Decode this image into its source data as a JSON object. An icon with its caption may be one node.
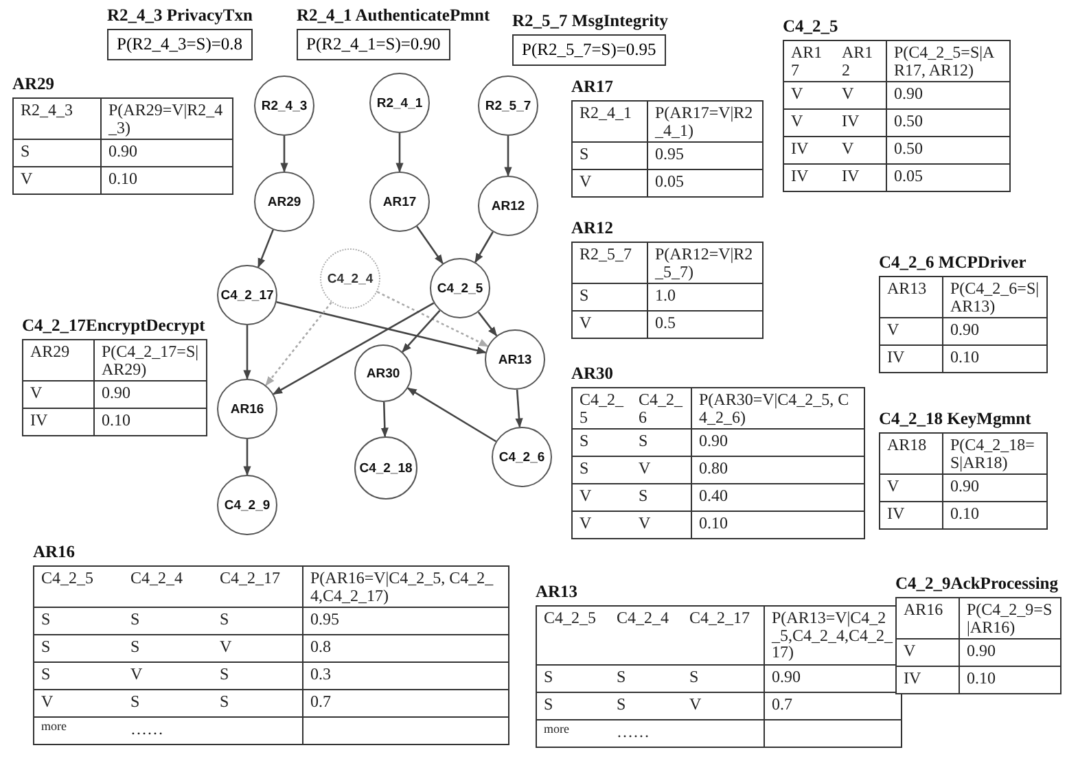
{
  "diagram": {
    "nodes": [
      {
        "text": [
          "R2_4_3 PrivacyTxn",
          "P(R2_4_3=S)=0.8"
        ]
      },
      {
        "text": [
          "R2_4_1 AuthenticatePmnt",
          "P(R2_4_1=S)=0.90"
        ]
      },
      {
        "text": [
          "R2_5_7 MsgIntegrity",
          "P(R2_5_7=S)=0.95"
        ]
      },
      {
        "text": [
          "C4_2_5",
          "AR17",
          "AR12",
          "P(C4_2_5=S|AR17, AR12)",
          "V",
          "V",
          "0.90",
          "V",
          "IV",
          "0.50",
          "IV",
          "V",
          "0.50",
          "IV",
          "IV",
          "0.05"
        ]
      },
      {
        "text": [
          "AR29",
          "R2_4_3",
          "P(AR29=V|R2_4_3)",
          "S",
          "0.90",
          "V",
          "0.10"
        ]
      },
      {
        "text": [
          "R2_4_3"
        ]
      },
      {
        "text": [
          "R2_4_1"
        ]
      },
      {
        "text": [
          "R2_5_7"
        ]
      },
      {
        "text": [
          "AR17",
          "R2_4_1",
          "P(AR17=V|R2_4_1)",
          "S",
          "0.95",
          "V",
          "0.05"
        ]
      },
      {
        "text": [
          "AR29"
        ]
      },
      {
        "text": [
          "AR17"
        ]
      },
      {
        "text": [
          "AR12"
        ]
      },
      {
        "text": [
          "AR12",
          "R2_5_7",
          "P(AR12=V|R2_5_7)",
          "S",
          "1.0",
          "V",
          "0.5"
        ]
      },
      {
        "text": [
          "C4_2_4"
        ]
      },
      {
        "text": [
          "C4_2_17"
        ]
      },
      {
        "text": [
          "C4_2_5"
        ]
      },
      {
        "text": [
          "C4_2_6 MCPDriver",
          "AR13",
          "P(C4_2_6=S|AR13)",
          "V",
          "0.90",
          "IV",
          "0.10"
        ]
      },
      {
        "text": [
          "C4_2_17EncryptDecrypt",
          "AR29",
          "P(C4_2_17=S|AR29)",
          "V",
          "0.90",
          "IV",
          "0.10"
        ]
      },
      {
        "text": [
          "AR30"
        ]
      },
      {
        "text": [
          "AR13"
        ]
      },
      {
        "text": [
          "AR30",
          "C4_2_5",
          "C4_2_6",
          "P(AR30=V|C4_2_5, C4_2_6)",
          "S",
          "S",
          "0.90",
          "S",
          "V",
          "0.80",
          "V",
          "S",
          "0.40",
          "V",
          "V",
          "0.10"
        ]
      },
      {
        "text": [
          "AR16"
        ]
      },
      {
        "text": [
          "C4_2_18 KeyMgmnt",
          "AR18",
          "P(C4_2_18=S|AR18)",
          "V",
          "0.90",
          "IV",
          "0.10"
        ]
      },
      {
        "text": [
          "C4_2_18"
        ]
      },
      {
        "text": [
          "C4_2_6"
        ]
      },
      {
        "text": [
          "C4_2_9"
        ]
      },
      {
        "text": [
          "AR16",
          "C4_2_5",
          "C4_2_4",
          "C4_2_17",
          "P(AR16=V|C4_2_5, C4_2_4,C4_2_17)",
          "S",
          "S",
          "S",
          "0.95",
          "S",
          "S",
          "V",
          "0.8",
          "S",
          "V",
          "S",
          "0.3",
          "V",
          "S",
          "S",
          "0.7",
          "more",
          "……"
        ]
      },
      {
        "text": [
          "AR13",
          "C4_2_5",
          "C4_2_4",
          "C4_2_17",
          "P(AR13=V|C4_2_5,C4_2_4,C4_2_17)",
          "S",
          "S",
          "S",
          "0.90",
          "S",
          "S",
          "V",
          "0.7",
          "more",
          "……"
        ]
      },
      {
        "text": [
          "C4_2_9AckProcessing",
          "AR16",
          "P(C4_2_9=S|AR16)",
          "V",
          "0.90",
          "IV",
          "0.10"
        ]
      }
    ],
    "edges": [
      {
        "from": 5,
        "to": 9,
        "arrow": "to"
      },
      {
        "from": 6,
        "to": 10,
        "arrow": "to"
      },
      {
        "from": 7,
        "to": 11,
        "arrow": "to"
      },
      {
        "from": 9,
        "to": 14,
        "arrow": "to"
      },
      {
        "from": 10,
        "to": 15,
        "arrow": "to"
      },
      {
        "from": 11,
        "to": 15,
        "arrow": "to"
      },
      {
        "from": 14,
        "to": 21,
        "arrow": "to"
      },
      {
        "from": 14,
        "to": 19,
        "arrow": "to"
      },
      {
        "from": 13,
        "to": 21,
        "arrow": "to",
        "style": "dashed",
        "color": "#aaaaaa"
      },
      {
        "from": 13,
        "to": 19,
        "arrow": "to",
        "style": "dashed",
        "color": "#aaaaaa"
      },
      {
        "from": 15,
        "to": 21,
        "arrow": "to"
      },
      {
        "from": 15,
        "to": 18,
        "arrow": "to"
      },
      {
        "from": 15,
        "to": 19,
        "arrow": "to"
      },
      {
        "from": 18,
        "to": 23,
        "arrow": "to"
      },
      {
        "from": 19,
        "to": 24,
        "arrow": "to"
      },
      {
        "from": 24,
        "to": 18,
        "arrow": "to"
      },
      {
        "from": 21,
        "to": 25,
        "arrow": "to"
      }
    ]
  }
}
